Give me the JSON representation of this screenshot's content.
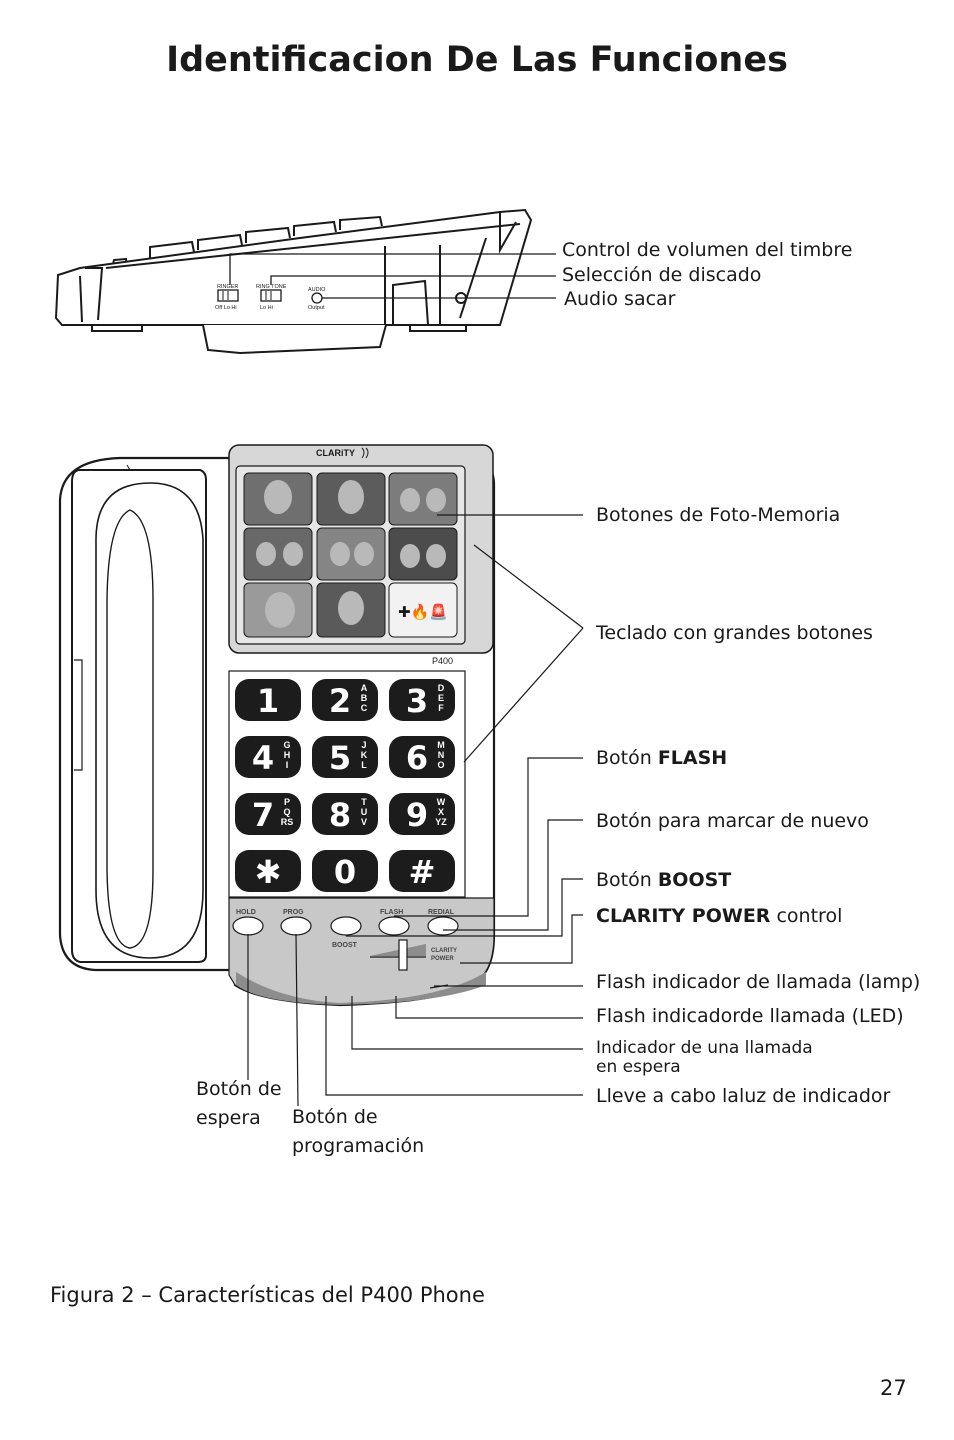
{
  "title": "Identificacion De Las Funciones",
  "side_labels": {
    "ringer": "Control de volumen del timbre",
    "dial": "Selección de discado",
    "audio": "Audio sacar"
  },
  "labels": {
    "photo_memory": "Botones de Foto-Memoria",
    "keypad": "Teclado con grandes botones",
    "flash_prefix": "Botón",
    "flash_bold": "FLASH",
    "redial": "Botón para marcar de nuevo",
    "boost_prefix": "Botón",
    "boost_bold": "BOOST",
    "clarity_bold": "CLARITY POWER",
    "clarity_suffix": "control",
    "flash_lamp": "Flash indicador de llamada (lamp)",
    "flash_led": "Flash indicadorde llamada (LED)",
    "hold_ind_1": "Indicador de una llamada",
    "hold_ind_2": "en espera",
    "carry": "Lleve a cabo laluz de indicador",
    "hold_btn_1": "Botón de",
    "hold_btn_2": "espera",
    "prog_btn_1": "Botón de",
    "prog_btn_2": "programación"
  },
  "phone_text": {
    "brand": "CLARiTY",
    "model": "P400",
    "ringer_switch": "RINGER",
    "ringer_positions": "Off  Lo  Hi",
    "ringtone_switch": "RING TONE",
    "ringtone_positions": "Lo    Hi",
    "audio_jack": "AUDIO",
    "audio_output": "Output",
    "hold": "HOLD",
    "prog": "PROG",
    "flash": "FLASH",
    "redial": "REDIAL",
    "boost": "BOOST",
    "clarity_power_1": "CLARITY",
    "clarity_power_2": "POWER",
    "emergency_symbols": "✚🔥🚨"
  },
  "keys": [
    {
      "digit": "1",
      "letters": ""
    },
    {
      "digit": "2",
      "letters": "ABC"
    },
    {
      "digit": "3",
      "letters": "DEF"
    },
    {
      "digit": "4",
      "letters": "GHI"
    },
    {
      "digit": "5",
      "letters": "JKL"
    },
    {
      "digit": "6",
      "letters": "MNO"
    },
    {
      "digit": "7",
      "letters": "PQRS"
    },
    {
      "digit": "8",
      "letters": "TUV"
    },
    {
      "digit": "9",
      "letters": "WXYZ"
    },
    {
      "digit": "✱",
      "letters": ""
    },
    {
      "digit": "0",
      "letters": ""
    },
    {
      "digit": "#",
      "letters": ""
    }
  ],
  "caption": "Figura 2 – Características del P400 Phone",
  "page_number": "27"
}
